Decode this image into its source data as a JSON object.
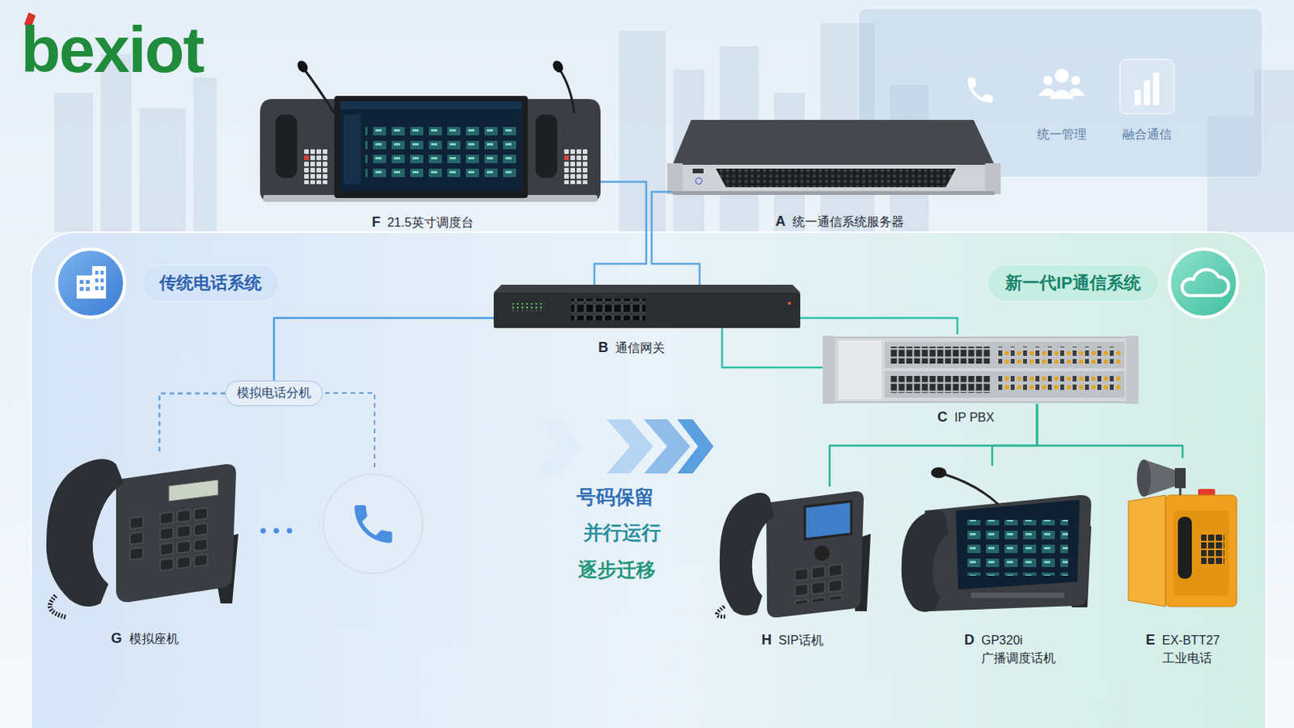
{
  "diagram": {
    "nodes": [
      {
        "text": [
          "F",
          "21.5英寸调度台"
        ]
      },
      {
        "text": [
          "A",
          "统一通信系统服务器"
        ]
      },
      {
        "text": [
          "传统电话系统"
        ]
      },
      {
        "text": [
          "新一代IP通信系统"
        ]
      },
      {
        "text": [
          "B",
          "通信网关"
        ]
      },
      {
        "text": [
          "模拟电话分机"
        ]
      },
      {
        "text": [
          "C",
          "IP PBX"
        ]
      },
      {
        "text": [
          "G",
          "模拟座机"
        ]
      },
      {
        "text": [
          "H",
          "SIP话机"
        ]
      },
      {
        "text": [
          "D",
          "GP320i 广播调度话机"
        ]
      },
      {
        "text": [
          "E",
          "EX-BTT27 工业电话"
        ]
      }
    ],
    "edges": [
      {
        "from": 0,
        "to": 4,
        "arrow": "none"
      },
      {
        "from": 1,
        "to": 4,
        "arrow": "none"
      },
      {
        "from": 4,
        "to": 5,
        "arrow": "none"
      },
      {
        "from": 5,
        "to": 7,
        "arrow": "none"
      },
      {
        "from": 4,
        "to": 6,
        "arrow": "none"
      },
      {
        "from": 4,
        "to": 6,
        "arrow": "none"
      },
      {
        "from": 6,
        "to": 8,
        "arrow": "none"
      },
      {
        "from": 6,
        "to": 9,
        "arrow": "none"
      },
      {
        "from": 6,
        "to": 10,
        "arrow": "none"
      }
    ],
    "labels": [
      "bexiot",
      "统一管理",
      "融合通信",
      "号码保留",
      "并行运行",
      "逐步迁移"
    ]
  }
}
